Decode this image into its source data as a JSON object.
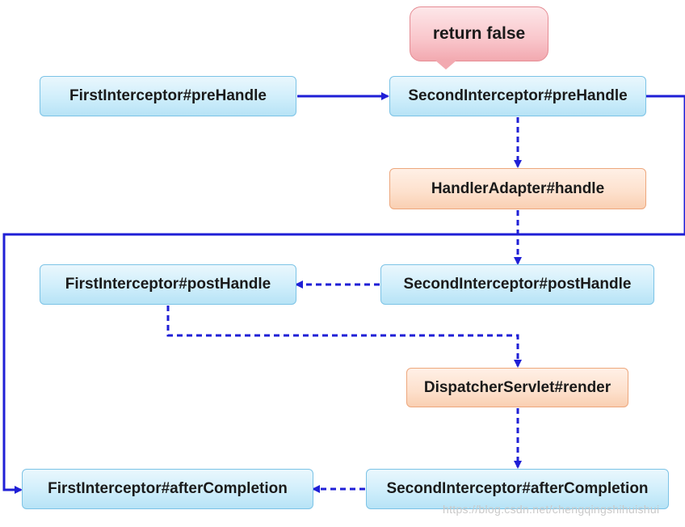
{
  "diagram": {
    "callout": {
      "label": "return false"
    },
    "nodes": {
      "first_pre": "FirstInterceptor#preHandle",
      "second_pre": "SecondInterceptor#preHandle",
      "handler_adapter": "HandlerAdapter#handle",
      "first_post": "FirstInterceptor#postHandle",
      "second_post": "SecondInterceptor#postHandle",
      "dispatcher_render": "DispatcherServlet#render",
      "first_after": "FirstInterceptor#afterCompletion",
      "second_after": "SecondInterceptor#afterCompletion"
    },
    "colors": {
      "arrow": "#1f1fd6",
      "blue_fill": "#cfeefb",
      "orange_fill": "#fde0cc",
      "callout_fill": "#f9c6cb"
    },
    "watermark": "https://blog.csdn.net/chengqingshihuishui"
  }
}
